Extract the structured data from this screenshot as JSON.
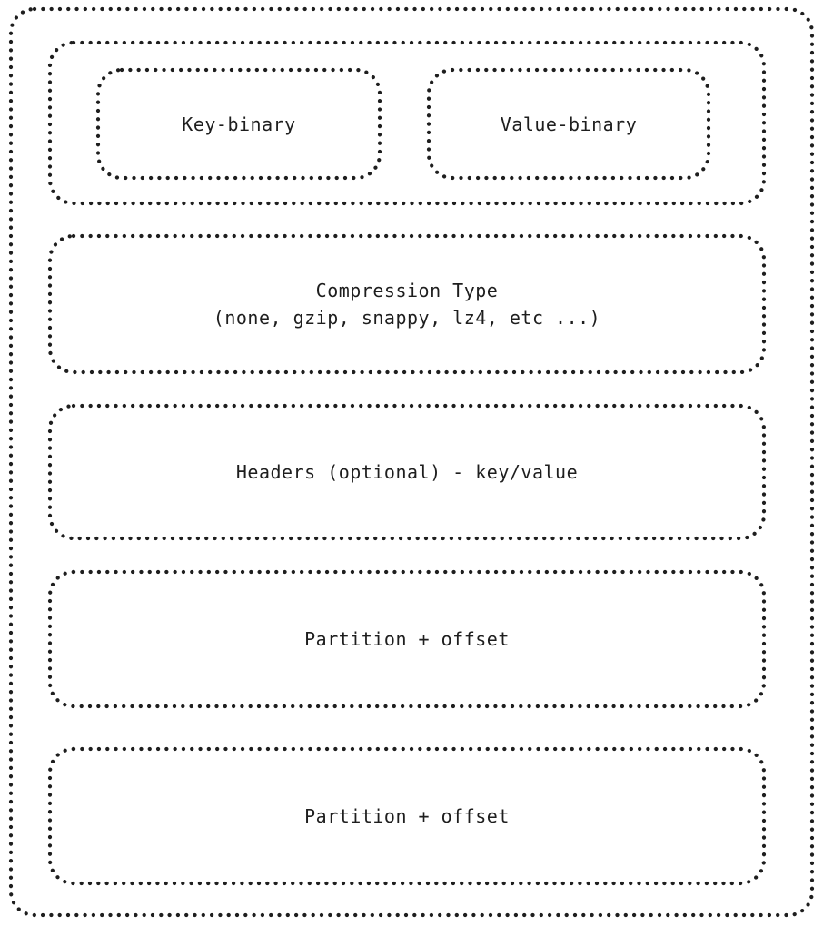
{
  "colors": {
    "ink": "#1e1e1e",
    "background": "#ffffff"
  },
  "boxes": {
    "key_binary": {
      "label": "Key-binary"
    },
    "value_binary": {
      "label": "Value-binary"
    },
    "compression_type": {
      "line1": "Compression Type",
      "line2": "(none, gzip, snappy, lz4, etc ...)"
    },
    "headers": {
      "label": "Headers (optional) - key/value"
    },
    "partition_offset_1": {
      "label": "Partition + offset"
    },
    "partition_offset_2": {
      "label": "Partition + offset"
    }
  }
}
